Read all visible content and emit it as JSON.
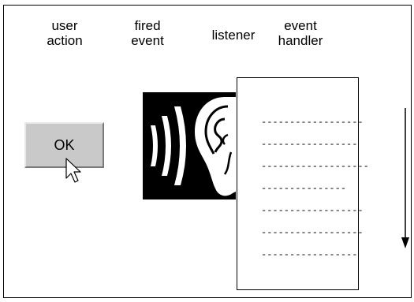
{
  "labels": {
    "user_action": "user\naction",
    "fired_event": "fired\nevent",
    "listener": "listener",
    "event_handler": "event\nhandler"
  },
  "button": {
    "label": "OK",
    "color": "#c9c9c9"
  },
  "icons": {
    "cursor": "arrow-cursor-icon",
    "ear": "ear-icon",
    "sound_waves": "sound-waves-icon",
    "down_arrow": "down-arrow-icon"
  },
  "handler_lines": [
    "------------------",
    "-----------------",
    "-------------------",
    "---------------",
    "------------------",
    "------------------",
    "-----------------"
  ]
}
